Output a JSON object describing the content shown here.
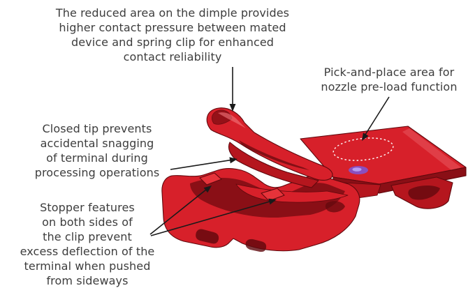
{
  "annotations": {
    "dimple": {
      "lines": [
        "The reduced area on the dimple provides",
        "higher contact pressure between mated",
        "device and spring clip for enhanced",
        "contact reliability"
      ]
    },
    "pick_and_place": {
      "lines": [
        "Pick-and-place area for",
        "nozzle pre-load function"
      ]
    },
    "closed_tip": {
      "lines": [
        "Closed tip prevents",
        "accidental snagging",
        "of terminal during",
        "processing operations"
      ]
    },
    "stopper": {
      "lines": [
        "Stopper features",
        "on both sides of",
        "the clip prevent",
        "excess deflection of the",
        "terminal when pushed",
        "from sideways"
      ]
    }
  },
  "diagram": {
    "subject": "red SMT spring clip terminal shown in 3D isometric view with feature callouts",
    "colors": {
      "background": "#ffffff",
      "text": "#3d3d3d",
      "arrow": "#1a1a1a",
      "clip_red": "#d7202a",
      "clip_red_bright": "#e6333a",
      "clip_red_mid": "#b5161e",
      "clip_red_dark": "#8a0f16",
      "clip_red_deep": "#5f080d",
      "clip_highlight": "#f2787d",
      "glint_purple": "#7c58d8",
      "glint_purple_light": "#b69cf2",
      "dotted_circle": "#ffffff"
    }
  }
}
